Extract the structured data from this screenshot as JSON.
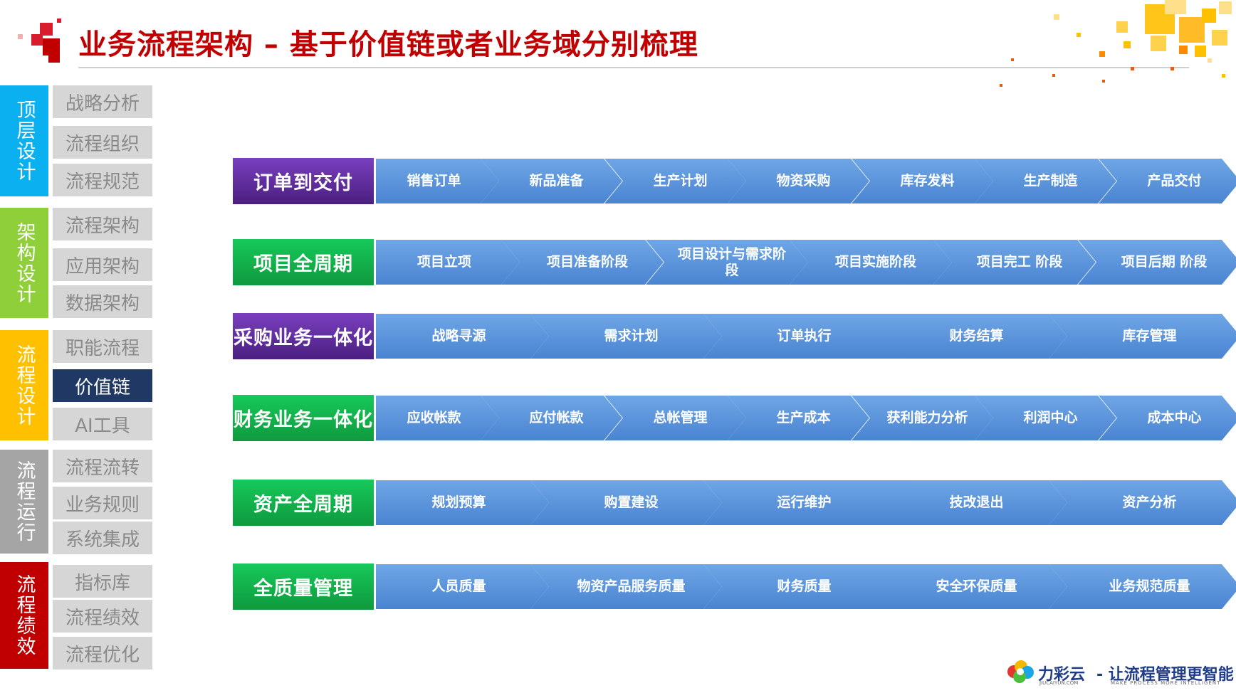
{
  "header": {
    "title": "业务流程架构 – 基于价值链或者业务域分别梳理"
  },
  "colors": {
    "title_red": "#c00000",
    "cat_blue": "#0ab0ef",
    "cat_green": "#8fd03a",
    "cat_yellow": "#ffc000",
    "cat_gray": "#a5a5a5",
    "cat_red": "#c00000",
    "chevron_blue": "#5a92dc",
    "label_purple": "#6a33a8",
    "label_green": "#12b04c",
    "active_nav": "#1f3864"
  },
  "sidebar": {
    "categories": [
      {
        "label": "顶层设计",
        "color": "#0ab0ef",
        "items": [
          "战略分析",
          "流程组织",
          "流程规范"
        ]
      },
      {
        "label": "架构设计",
        "color": "#8fd03a",
        "items": [
          "流程架构",
          "应用架构",
          "数据架构"
        ]
      },
      {
        "label": "流程设计",
        "color": "#ffc000",
        "items": [
          "职能流程",
          "价值链",
          "AI工具"
        ],
        "active_item": "价值链"
      },
      {
        "label": "流程运行",
        "color": "#a5a5a5",
        "items": [
          "流程流转",
          "业务规则",
          "系统集成"
        ]
      },
      {
        "label": "流程绩效",
        "color": "#c00000",
        "items": [
          "指标库",
          "流程绩效",
          "流程优化"
        ]
      }
    ]
  },
  "rows": [
    {
      "label": "订单到交付",
      "color": "purple",
      "steps": [
        "销售订单",
        "新品准备",
        "生产计划",
        "物资采购",
        "库存发料",
        "生产制造",
        "产品交付"
      ]
    },
    {
      "label": "项目全周期",
      "color": "green",
      "steps": [
        "项目立项",
        "项目准备阶段",
        "项目设计与需求阶段",
        "项目实施阶段",
        "项目完工 阶段",
        "项目后期 阶段"
      ]
    },
    {
      "label": "采购业务一体化",
      "color": "purple",
      "steps": [
        "战略寻源",
        "需求计划",
        "订单执行",
        "财务结算",
        "库存管理"
      ]
    },
    {
      "label": "财务业务一体化",
      "color": "green",
      "steps": [
        "应收帐款",
        "应付帐款",
        "总帐管理",
        "生产成本",
        "获利能力分析",
        "利润中心",
        "成本中心"
      ]
    },
    {
      "label": "资产全周期",
      "color": "green",
      "steps": [
        "规划预算",
        "购置建设",
        "运行维护",
        "技改退出",
        "资产分析"
      ]
    },
    {
      "label": "全质量管理",
      "color": "green",
      "steps": [
        "人员质量",
        "物资产品服务质量",
        "财务质量",
        "安全环保质量",
        "业务规范质量"
      ]
    }
  ],
  "footer": {
    "brand_name": "力彩云",
    "brand_url": "JIUCAIYUN.COM",
    "slogan": "- 让流程管理更智能",
    "slogan_en": "MAKE PROCESS MORE INTELLIGENT"
  }
}
